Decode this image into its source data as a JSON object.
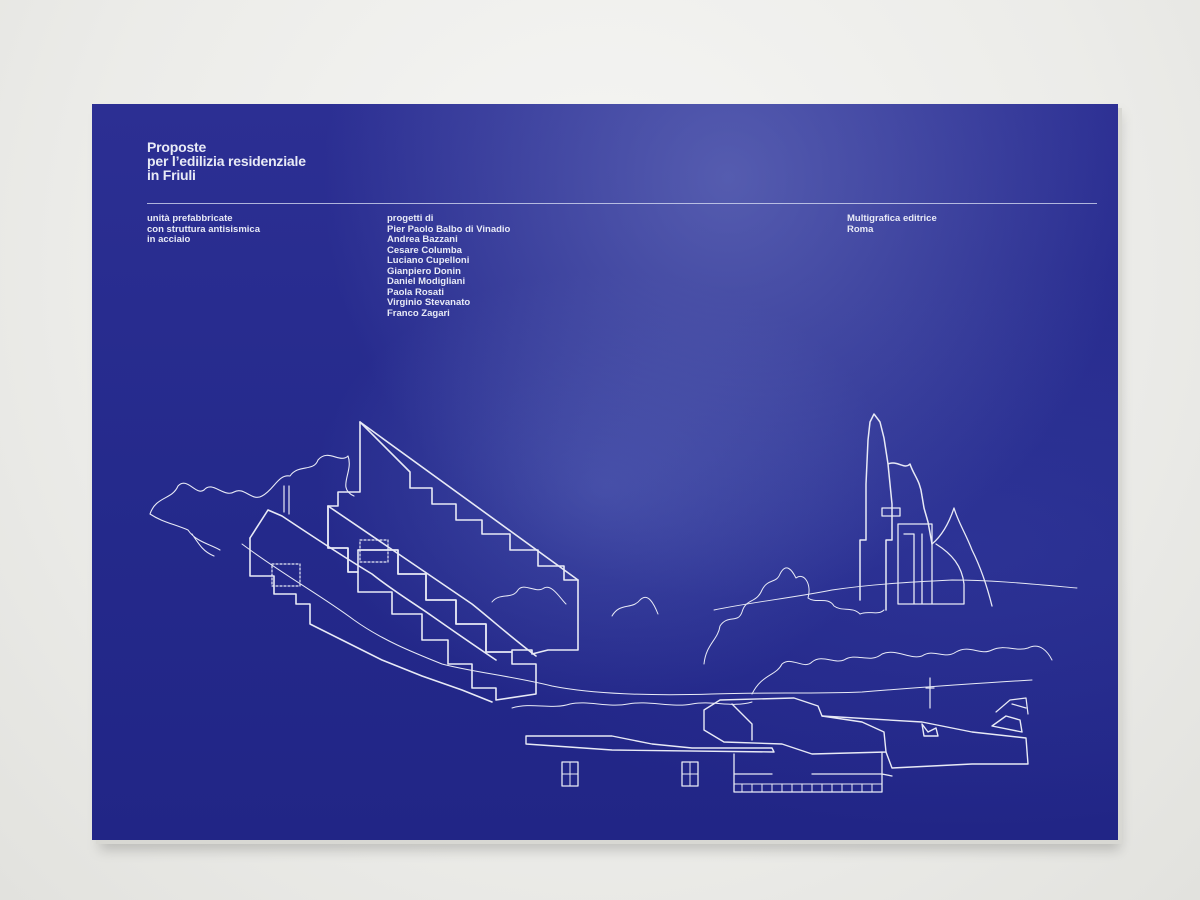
{
  "cover": {
    "title_lines": [
      "Proposte",
      "per l’edilizia residenziale",
      "in Friuli"
    ],
    "subtitle_lines": [
      "unità prefabbricate",
      "con struttura antisismica",
      "in acciaio"
    ],
    "authors_heading": "progetti di",
    "authors": [
      "Pier Paolo Balbo di Vinadio",
      "Andrea Bazzani",
      "Cesare Columba",
      "Luciano Cupelloni",
      "Gianpiero Donin",
      "Daniel Modigliani",
      "Paola Rosati",
      "Virginio Stevanato",
      "Franco Zagari"
    ],
    "publisher_lines": [
      "Multigrafica editrice",
      "Roma"
    ]
  },
  "colors": {
    "cover_blue": "#252a8c",
    "line_white": "#e8eaf6",
    "background": "#efefed"
  }
}
